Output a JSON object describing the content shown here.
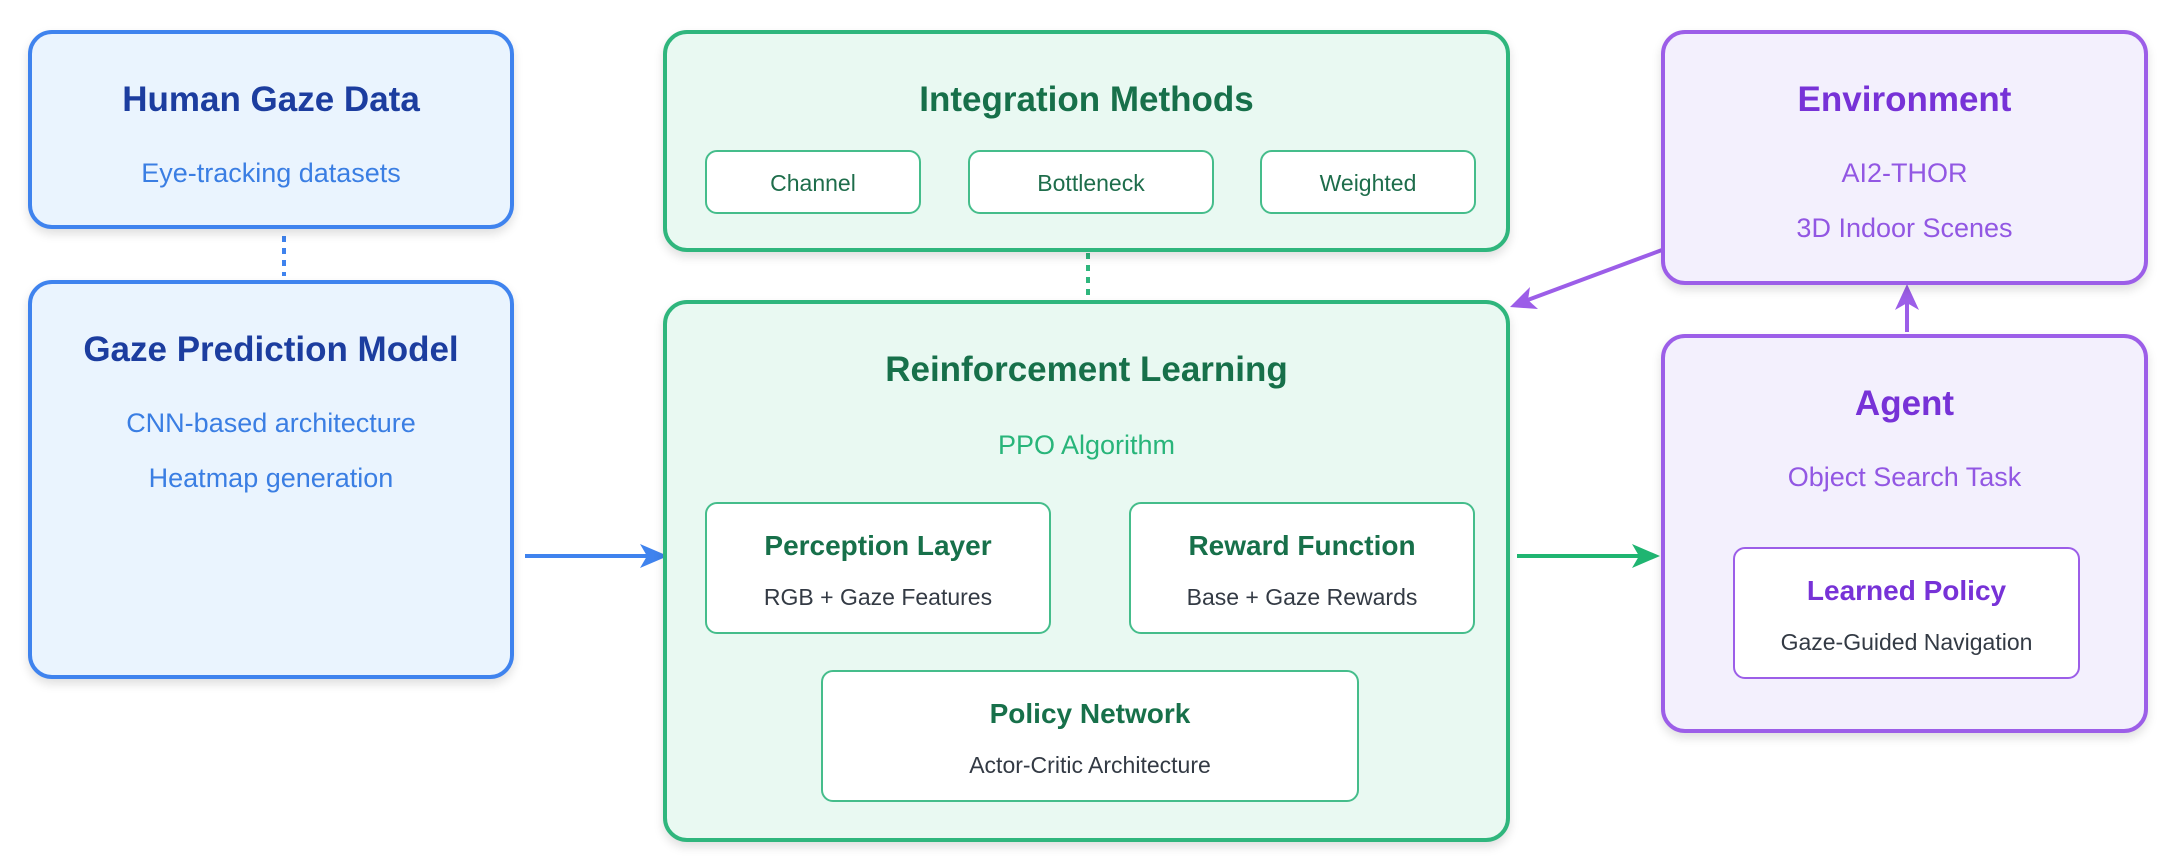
{
  "human_gaze": {
    "title": "Human Gaze Data",
    "subtitle": "Eye-tracking datasets"
  },
  "gaze_model": {
    "title": "Gaze Prediction Model",
    "lines": [
      "CNN-based architecture",
      "Heatmap generation"
    ]
  },
  "integration": {
    "title": "Integration Methods",
    "methods": [
      "Channel",
      "Bottleneck",
      "Weighted"
    ]
  },
  "rl": {
    "title": "Reinforcement Learning",
    "subtitle": "PPO Algorithm",
    "perception": {
      "title": "Perception Layer",
      "subtitle": "RGB + Gaze Features"
    },
    "reward": {
      "title": "Reward Function",
      "subtitle": "Base + Gaze Rewards"
    },
    "policy": {
      "title": "Policy Network",
      "subtitle": "Actor-Critic Architecture"
    }
  },
  "environment": {
    "title": "Environment",
    "lines": [
      "AI2-THOR",
      "3D Indoor Scenes"
    ]
  },
  "agent": {
    "title": "Agent",
    "subtitle": "Object Search Task",
    "policy": {
      "title": "Learned Policy",
      "subtitle": "Gaze-Guided Navigation"
    }
  },
  "colors": {
    "blue_border": "#3f83ee",
    "green_border": "#2fb67d",
    "purple_border": "#9c5ee8",
    "blue_arrow": "#3f83ee",
    "green_arrow": "#1fb571",
    "purple_arrow": "#9c5ee8"
  }
}
